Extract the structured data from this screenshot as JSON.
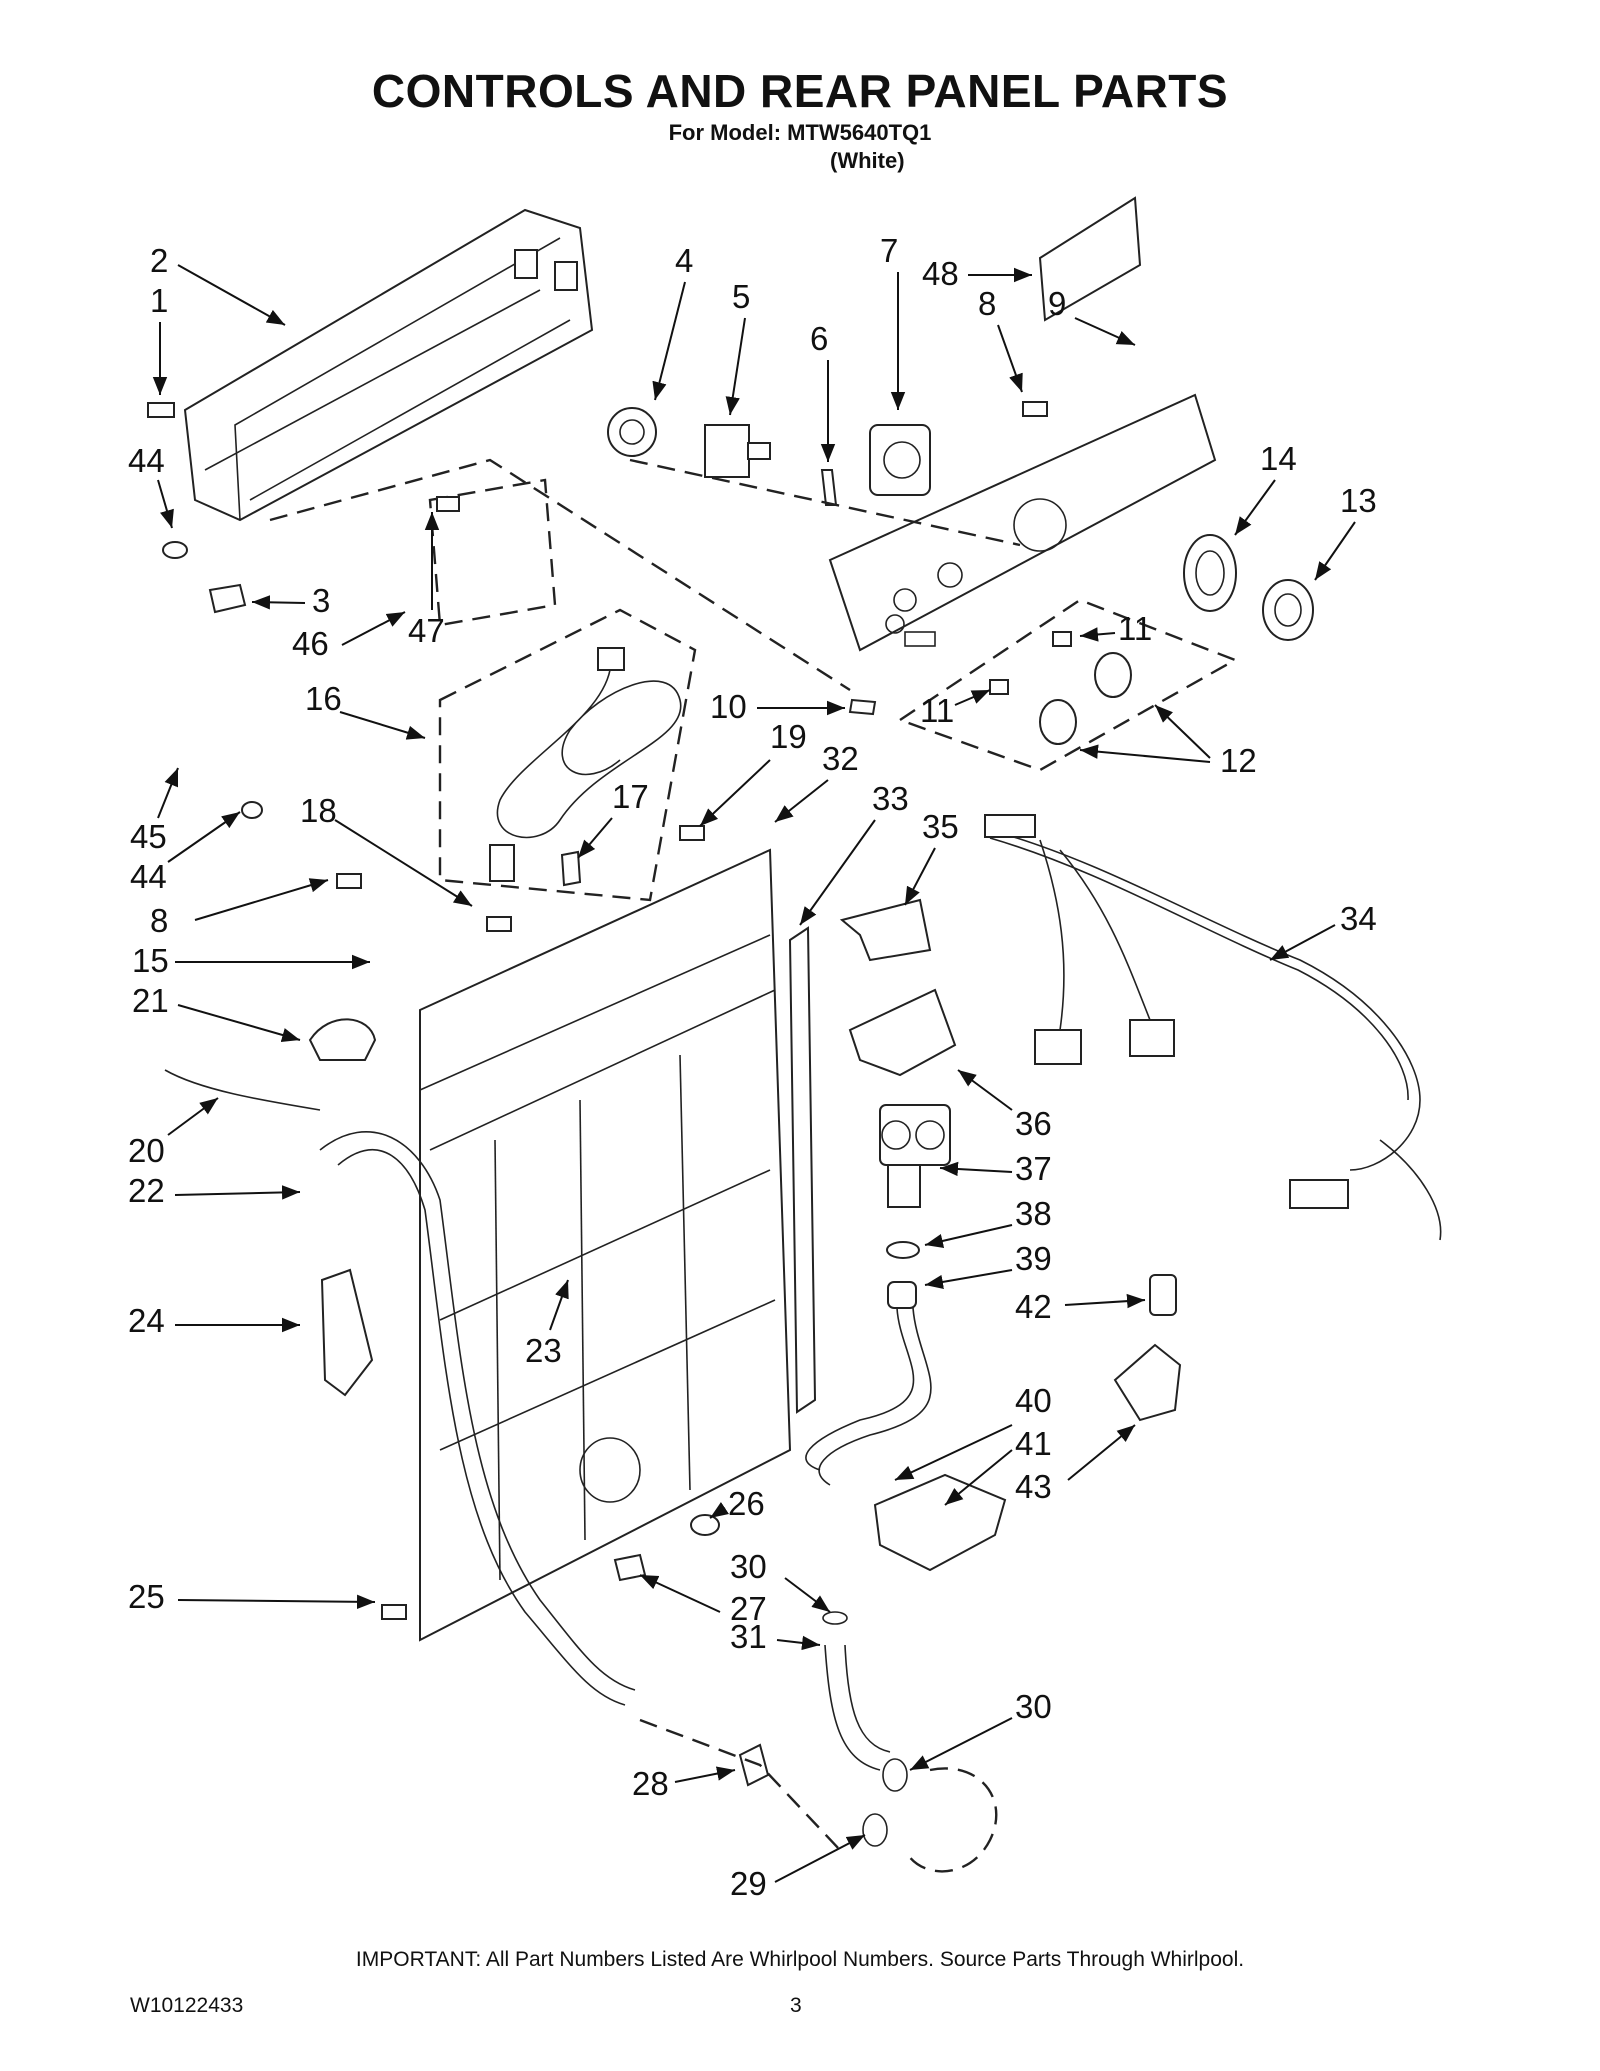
{
  "header": {
    "title": "CONTROLS AND REAR PANEL PARTS",
    "model_line": "For Model: MTW5640TQ1",
    "variant": "(White)"
  },
  "callouts": [
    {
      "id": "c1",
      "label": "1"
    },
    {
      "id": "c2",
      "label": "2"
    },
    {
      "id": "c3",
      "label": "3"
    },
    {
      "id": "c4",
      "label": "4"
    },
    {
      "id": "c5",
      "label": "5"
    },
    {
      "id": "c6",
      "label": "6"
    },
    {
      "id": "c7",
      "label": "7"
    },
    {
      "id": "c8a",
      "label": "8"
    },
    {
      "id": "c8b",
      "label": "8"
    },
    {
      "id": "c9",
      "label": "9"
    },
    {
      "id": "c10",
      "label": "10"
    },
    {
      "id": "c11a",
      "label": "11"
    },
    {
      "id": "c11b",
      "label": "11"
    },
    {
      "id": "c12",
      "label": "12"
    },
    {
      "id": "c13",
      "label": "13"
    },
    {
      "id": "c14",
      "label": "14"
    },
    {
      "id": "c15",
      "label": "15"
    },
    {
      "id": "c16",
      "label": "16"
    },
    {
      "id": "c17",
      "label": "17"
    },
    {
      "id": "c18",
      "label": "18"
    },
    {
      "id": "c19",
      "label": "19"
    },
    {
      "id": "c20",
      "label": "20"
    },
    {
      "id": "c21",
      "label": "21"
    },
    {
      "id": "c22",
      "label": "22"
    },
    {
      "id": "c23",
      "label": "23"
    },
    {
      "id": "c24",
      "label": "24"
    },
    {
      "id": "c25",
      "label": "25"
    },
    {
      "id": "c26",
      "label": "26"
    },
    {
      "id": "c27",
      "label": "27"
    },
    {
      "id": "c28",
      "label": "28"
    },
    {
      "id": "c29",
      "label": "29"
    },
    {
      "id": "c30a",
      "label": "30"
    },
    {
      "id": "c30b",
      "label": "30"
    },
    {
      "id": "c31",
      "label": "31"
    },
    {
      "id": "c32",
      "label": "32"
    },
    {
      "id": "c33",
      "label": "33"
    },
    {
      "id": "c34",
      "label": "34"
    },
    {
      "id": "c35",
      "label": "35"
    },
    {
      "id": "c36",
      "label": "36"
    },
    {
      "id": "c37",
      "label": "37"
    },
    {
      "id": "c38",
      "label": "38"
    },
    {
      "id": "c39",
      "label": "39"
    },
    {
      "id": "c40",
      "label": "40"
    },
    {
      "id": "c41",
      "label": "41"
    },
    {
      "id": "c42",
      "label": "42"
    },
    {
      "id": "c43",
      "label": "43"
    },
    {
      "id": "c44a",
      "label": "44"
    },
    {
      "id": "c44b",
      "label": "44"
    },
    {
      "id": "c45",
      "label": "45"
    },
    {
      "id": "c46",
      "label": "46"
    },
    {
      "id": "c47",
      "label": "47"
    },
    {
      "id": "c48",
      "label": "48"
    }
  ],
  "footer": {
    "note": "IMPORTANT: All Part Numbers Listed Are Whirlpool Numbers. Source Parts Through Whirlpool.",
    "doc_number": "W10122433",
    "page_number": "3"
  }
}
